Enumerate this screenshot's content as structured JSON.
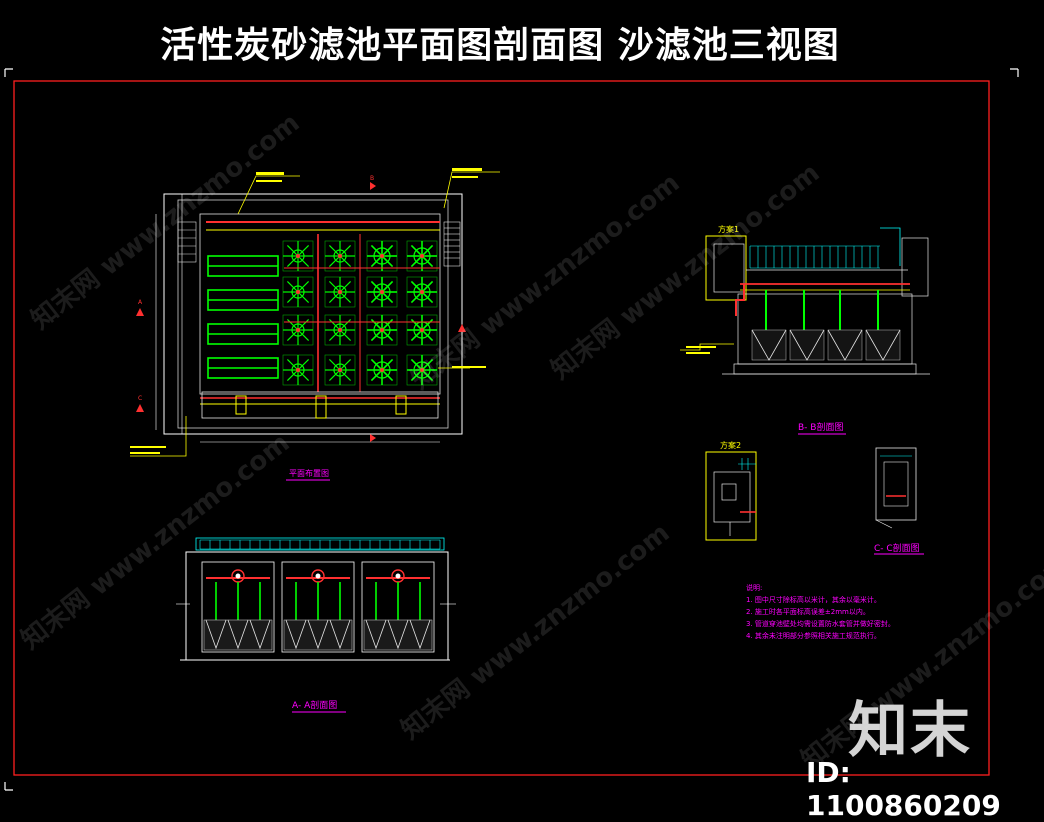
{
  "title": "活性炭砂滤池平面图剖面图  沙滤池三视图",
  "brand": "知末",
  "image_id": "ID: 1100860209",
  "watermark_text": "知末网 www.znzmo.com",
  "views": {
    "plan": "平面布置图",
    "section_aa": "A- A剖面图",
    "section_bb": "B- B剖面图",
    "section_cc": "C- C剖面图",
    "scheme1": "方案1",
    "scheme2": "方案2"
  },
  "notes": {
    "heading": "说明:",
    "items": [
      "1. 图中尺寸除标高以米计，其余以毫米计。",
      "2. 施工时各平面标高误差±2mm以内。",
      "3. 管道穿池壁处均需设置防水套管并做好密封。",
      "4. 其余未注明部分参照相关施工规范执行。"
    ]
  },
  "section_marks": {
    "a": "A",
    "b": "B",
    "c": "C"
  },
  "colors": {
    "frame": "#ff0000",
    "structure": "#ffffff",
    "pipe": "#00ff00",
    "accent_pipe": "#ff3030",
    "annotation": "#ffff00",
    "label": "#ff00ff",
    "grid": "#00ffff"
  }
}
